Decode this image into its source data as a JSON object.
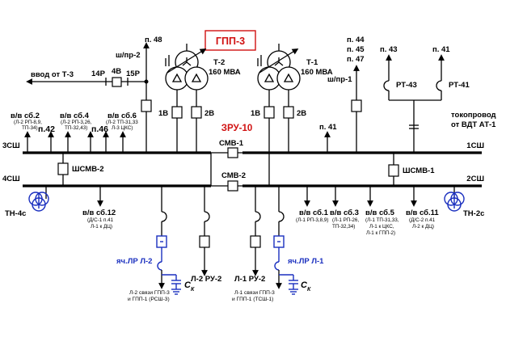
{
  "title": "ГПП-3",
  "switchgear": "ЗРУ-10",
  "transformers": [
    {
      "name": "Т-2",
      "rating": "160 МВА"
    },
    {
      "name": "Т-1",
      "rating": "160 МВА"
    }
  ],
  "buses": {
    "b3": "3СШ",
    "b1": "1СШ",
    "b4": "4СШ",
    "b2": "2СШ"
  },
  "top_labels": {
    "p48": "п. 48",
    "shpr2": "ш/пр-2",
    "vvod": "ввод от Т-3",
    "s14r": "14Р",
    "s4v": "4В",
    "s15r": "15Р",
    "p44": "п. 44",
    "p45": "п. 45",
    "p47": "п. 47",
    "shpr1": "ш/пр-1",
    "p43": "п. 43",
    "p41top": "п. 41",
    "rt43": "РТ-43",
    "rt41": "РТ-41",
    "tokoprovod1": "токопровод",
    "tokoprovod2": "от ВДТ АТ-1",
    "p41mid": "п. 41"
  },
  "breakers": {
    "t2_1v": "1В",
    "t2_2v": "2В",
    "t1_1v": "1В",
    "t1_2v": "2В"
  },
  "couplers": {
    "smv1": "СМВ-1",
    "smv2": "СМВ-2",
    "shsmv2": "ШСМВ-2",
    "shsmv1": "ШСМВ-1"
  },
  "upper_feeders": [
    {
      "name": "в/в сб.2",
      "sub1": "(Л-2 РП-8,9,",
      "sub2": "ТП-34)"
    },
    {
      "name": "в/в сб.4",
      "sub1": "(Л-2 РП-3,26,",
      "sub2": "ТП-32,43)"
    },
    {
      "name": "в/в сб.6",
      "sub1": "(Л-2 ТП-31,33",
      "sub2": "Л-3 ЦКС)"
    }
  ],
  "upper_points": {
    "p42": "п.42",
    "p46": "п.46"
  },
  "lower_feeders": [
    {
      "name": "в/в сб.12",
      "sub1": "(Д/С-1 п.41",
      "sub2": "Л-1 к ДЦ)",
      "sub3": ""
    },
    {
      "name": "в/в сб.1",
      "sub1": "(Л-1 РП-3,8,9)",
      "sub2": "",
      "sub3": ""
    },
    {
      "name": "в/в сб.3",
      "sub1": "(Л-1 РП-26,",
      "sub2": "ТП-32,34)",
      "sub3": ""
    },
    {
      "name": "в/в сб.5",
      "sub1": "(Л-1 ТП-31,33,",
      "sub2": "Л-1 к ЦКС,",
      "sub3": "Л-1 к ГПП-2)"
    },
    {
      "name": "в/в сб.11",
      "sub1": "(Д/С-2 п.41",
      "sub2": "Л-2 к ДЦ)",
      "sub3": ""
    }
  ],
  "tn_left": "ТН-4с",
  "tn_right": "ТН-2с",
  "reactors": {
    "left": "яч.ЛР Л-2",
    "right": "яч.ЛР Л-1"
  },
  "ru_labels": {
    "ru2": "Л-2 РУ-2",
    "ru1": "Л-1 РУ-2"
  },
  "bottom_notes": {
    "left1": "Л-2 связи ГПП-3",
    "left2": "и ГПП-1 (РСШ-3)",
    "right1": "Л-1 связи ГПП-3",
    "right2": "и ГПП-1 (ТСШ-1)"
  },
  "ck_labels": {
    "c": "C",
    "k": "К"
  },
  "colors": {
    "red": "#d01010",
    "blue": "#1a2fbf"
  }
}
